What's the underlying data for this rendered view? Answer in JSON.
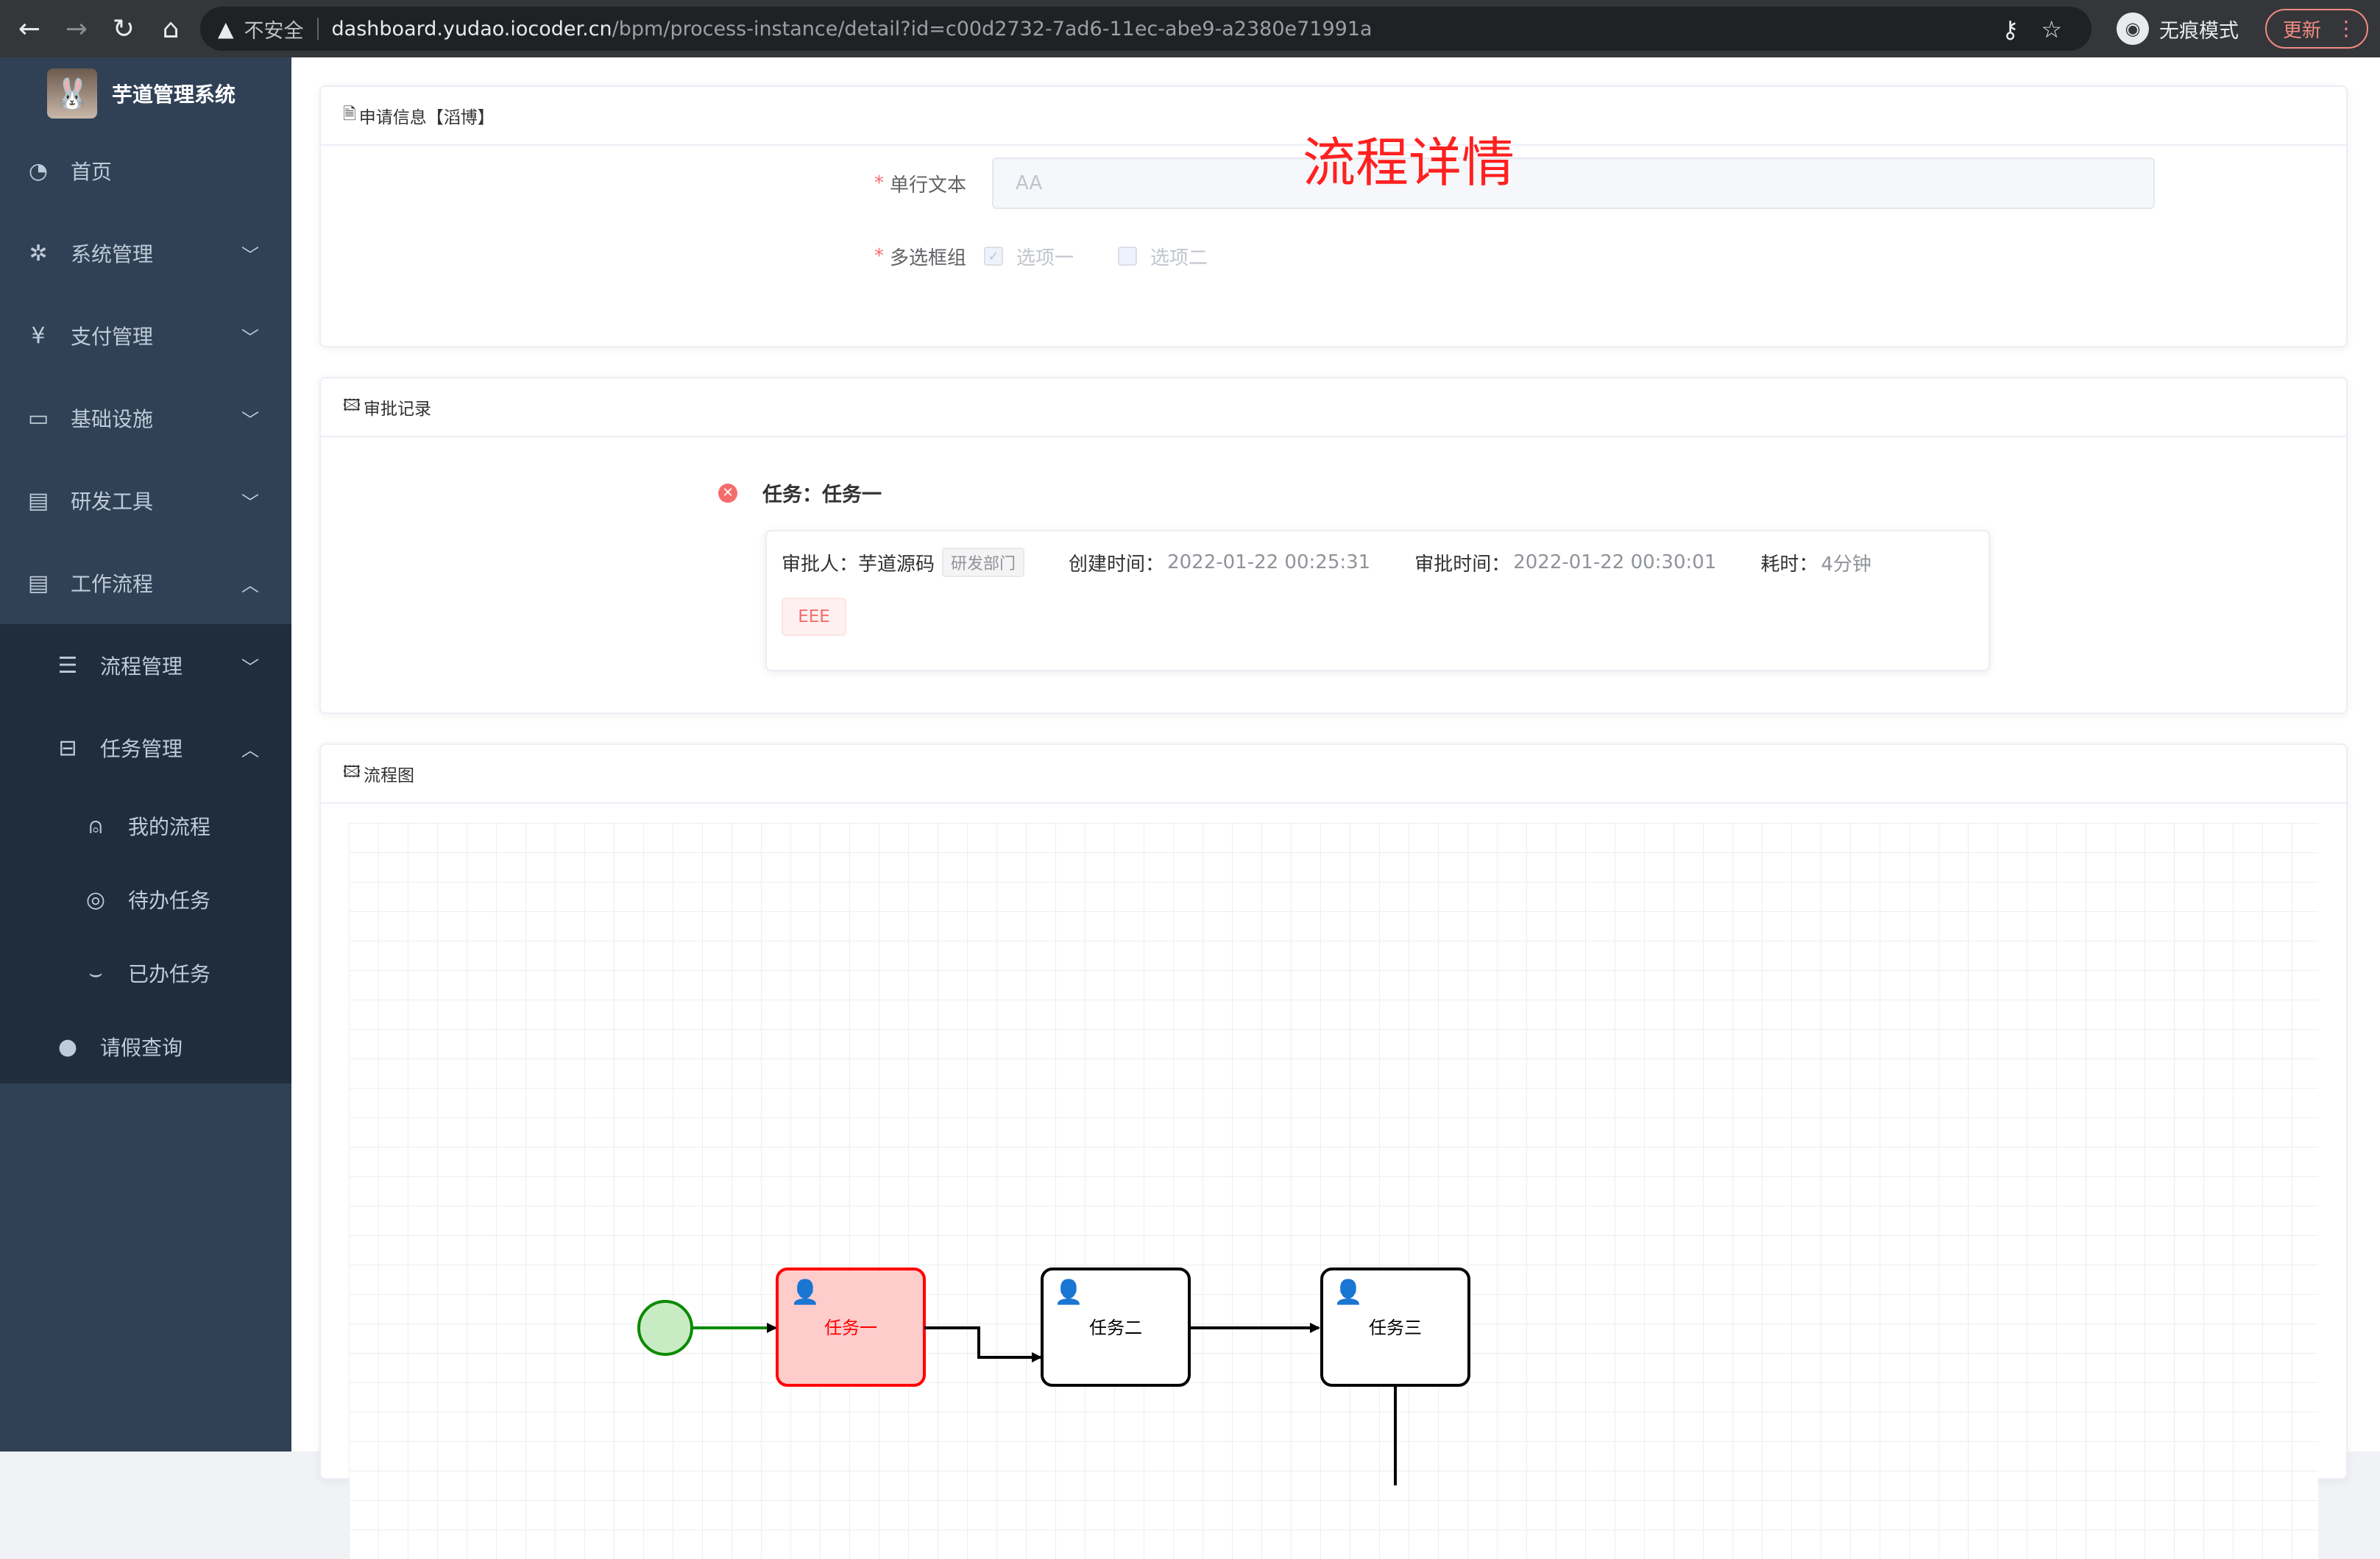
{
  "browser": {
    "insecure_label": "不安全",
    "url_host": "dashboard.yudao.iocoder.cn",
    "url_path": "/bpm/process-instance/detail?id=c00d2732-7ad6-11ec-abe9-a2380e71991a",
    "incognito_label": "无痕模式",
    "update_label": "更新"
  },
  "sidebar": {
    "title": "芋道管理系统",
    "items": [
      {
        "label": "首页",
        "icon": "dashboard-icon"
      },
      {
        "label": "系统管理",
        "icon": "gear-icon"
      },
      {
        "label": "支付管理",
        "icon": "yen-icon"
      },
      {
        "label": "基础设施",
        "icon": "monitor-icon"
      },
      {
        "label": "研发工具",
        "icon": "toolbox-icon"
      },
      {
        "label": "工作流程",
        "icon": "workflow-icon"
      }
    ],
    "sub": {
      "process_mgmt": "流程管理",
      "task_mgmt": "任务管理",
      "my_process": "我的流程",
      "todo": "待办任务",
      "done": "已办任务",
      "leave": "请假查询"
    }
  },
  "overlay_title": "流程详情",
  "apply": {
    "title": "申请信息【滔博】",
    "text_label": "单行文本",
    "text_value": "AA",
    "checkbox_label": "多选框组",
    "options": [
      {
        "label": "选项一",
        "checked": true
      },
      {
        "label": "选项二",
        "checked": false
      }
    ]
  },
  "approve": {
    "title": "审批记录",
    "task_title": "任务：任务一",
    "approver_label": "审批人：",
    "approver": "芋道源码",
    "dept": "研发部门",
    "create_label": "创建时间：",
    "create_time": "2022-01-22 00:25:31",
    "approve_label": "审批时间：",
    "approve_time": "2022-01-22 00:30:01",
    "duration_label": "耗时：",
    "duration": "4分钟",
    "comment": "EEE"
  },
  "diagram": {
    "title": "流程图",
    "tasks": [
      "任务一",
      "任务二",
      "任务三"
    ],
    "colors": {
      "active": "#ff0000",
      "done": "#0b8a00"
    }
  }
}
